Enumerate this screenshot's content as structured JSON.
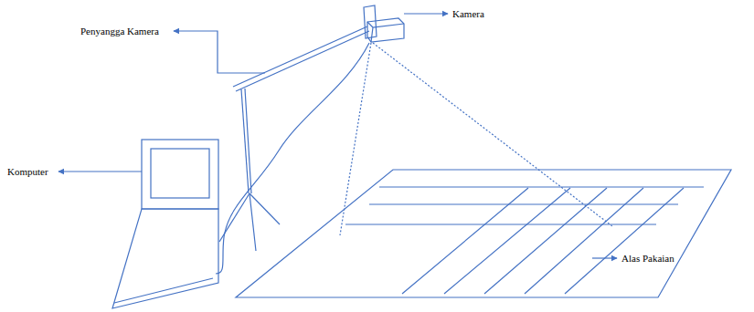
{
  "diagram": {
    "labels": [
      "Kamera",
      "Penyangga Kamera",
      "Komputer",
      "Alas Pakaian"
    ]
  }
}
